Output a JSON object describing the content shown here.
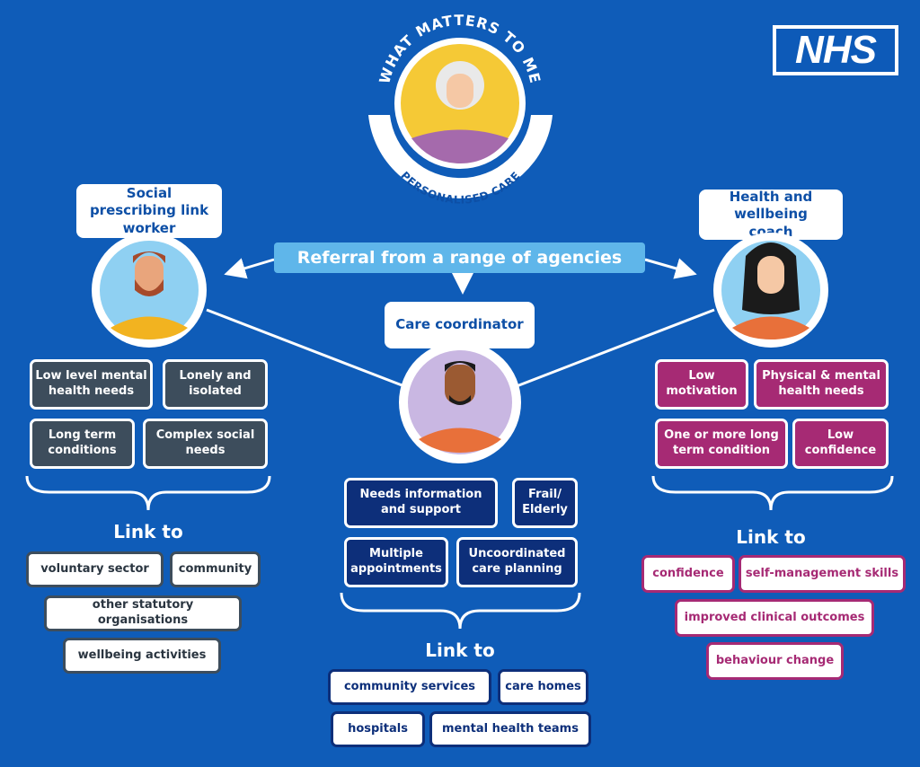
{
  "logo": {
    "text": "NHS"
  },
  "top": {
    "arc_top": "WHAT MATTERS TO ME",
    "arc_bottom": "PERSONALISED CARE"
  },
  "referral": "Referral from a range  of agencies",
  "roles": {
    "left": "Social prescribing link worker",
    "center": "Care coordinator",
    "right": "Health and wellbeing coach"
  },
  "left_needs": [
    "Low level mental health needs",
    "Lonely and isolated",
    "Long term conditions",
    "Complex social needs"
  ],
  "center_needs": [
    "Needs information and support",
    "Frail/ Elderly",
    "Multiple appointments",
    "Uncoordinated care planning"
  ],
  "right_needs": [
    "Low motivation",
    "Physical & mental health needs",
    "One or more long term condition",
    "Low confidence"
  ],
  "link_to": "Link to",
  "left_links": [
    "voluntary sector",
    "community",
    "other statutory organisations",
    "wellbeing activities"
  ],
  "center_links": [
    "community services",
    "care homes",
    "hospitals",
    "mental health teams"
  ],
  "right_links": [
    "confidence",
    "self-management skills",
    "improved clinical outcomes",
    "behaviour change"
  ],
  "colors": {
    "background": "#0f5cb8",
    "grey": "#3d4d5c",
    "navy": "#0d2f7a",
    "plum": "#a62a74",
    "light_blue": "#5fb6ea"
  }
}
